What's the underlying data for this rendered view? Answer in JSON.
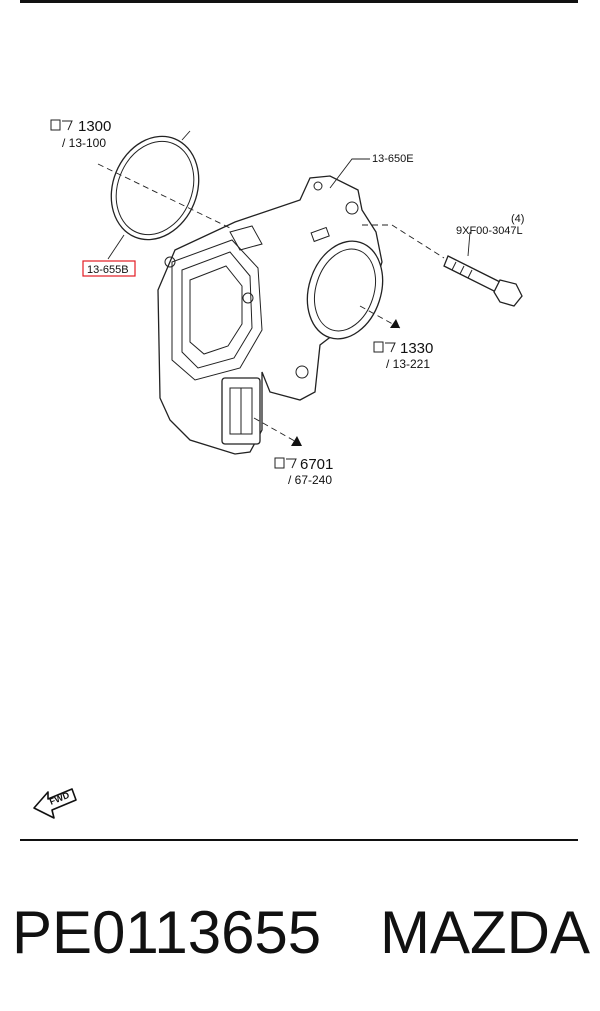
{
  "refs": [
    {
      "code": "1300",
      "sub": "/ 13-100"
    },
    {
      "code": "1330",
      "sub": "/ 13-221"
    },
    {
      "code": "6701",
      "sub": "/ 67-240"
    }
  ],
  "parts": {
    "gasket": "13-655B",
    "throttle_body": "13-650E",
    "bolt": "9XF00-3047L",
    "bolt_qty": "(4)"
  },
  "fwd_label": "FWD",
  "footer": {
    "part_number": "PE0113655",
    "brand": "MAZDA"
  },
  "colors": {
    "highlight": "#e31b23",
    "ink": "#111111"
  }
}
